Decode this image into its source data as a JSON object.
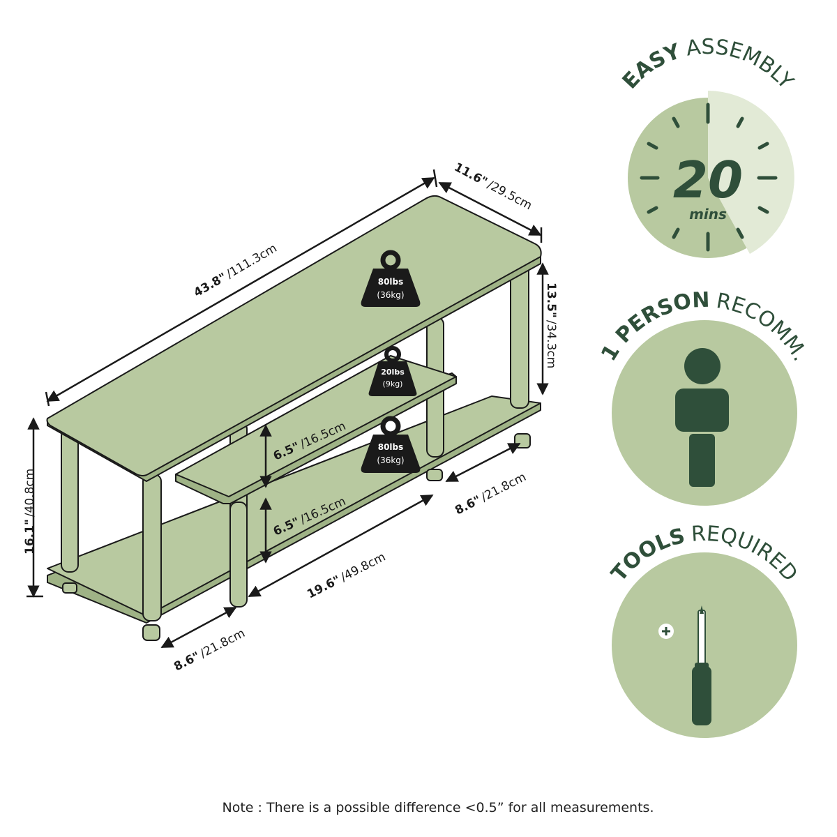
{
  "dimensions": {
    "length": {
      "main": "43.8\"",
      "alt": "/111.3cm"
    },
    "depth": {
      "main": "11.6\"",
      "alt": "/29.5cm"
    },
    "top_height": {
      "main": "13.5\"",
      "alt": "/34.3cm"
    },
    "total_height": {
      "main": "16.1\"",
      "alt": "/40.8cm"
    },
    "shelf_gap_upper": {
      "main": "6.5\"",
      "alt": "/16.5cm"
    },
    "shelf_gap_lower": {
      "main": "6.5\"",
      "alt": "/16.5cm"
    },
    "bottom_width_right": {
      "main": "8.6\"",
      "alt": "/21.8cm"
    },
    "bottom_width_left": {
      "main": "8.6\"",
      "alt": "/21.8cm"
    },
    "center_span": {
      "main": "19.6\"",
      "alt": "/49.8cm"
    }
  },
  "weights": {
    "top": {
      "value": "80lbs",
      "metric": "(36kg)"
    },
    "middle": {
      "value": "20lbs",
      "metric": "(9kg)"
    },
    "bottom": {
      "value": "80lbs",
      "metric": "(36kg)"
    }
  },
  "badges": {
    "assembly": {
      "bold": "EASY",
      "light": "ASSEMBLY",
      "number": "20",
      "unit": "mins",
      "icon": "clock-icon"
    },
    "person": {
      "bold": "1 PERSON",
      "light": "RECOMM.",
      "icon": "person-icon"
    },
    "tools": {
      "bold": "TOOLS",
      "light": "REQUIRED",
      "icon": "screwdriver-icon"
    }
  },
  "note": "Note : There is a possible difference <0.5” for all measurements.",
  "colors": {
    "shelf_fill": "#b8c9a0",
    "badge_fill": "#b8c9a0",
    "badge_light": "#e2ead6",
    "dark_green": "#2f4f3a",
    "outline": "#1a1a1a"
  }
}
